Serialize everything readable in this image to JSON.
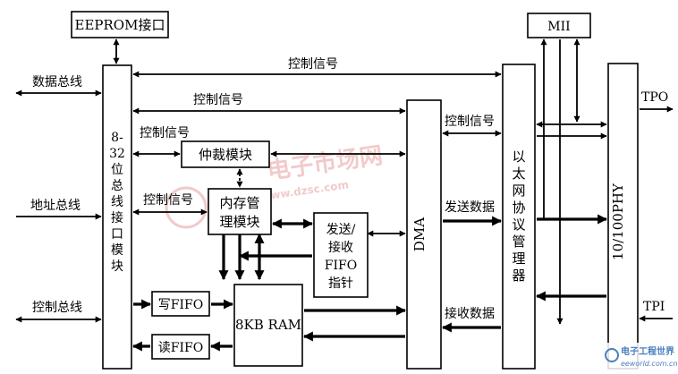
{
  "blocks": {
    "eeprom": "EEPROM接口",
    "bus_interface": [
      "8-",
      "32",
      "位",
      "总",
      "线",
      "接",
      "口",
      "模",
      "块"
    ],
    "arbiter": "仲裁模块",
    "memory_mgmt": [
      "内存管",
      "理模块"
    ],
    "fifo_pointer": [
      "发送/",
      "接收",
      "FIFO",
      "指针"
    ],
    "ram": "8KB RAM",
    "write_fifo": "写FIFO",
    "read_fifo": "读FIFO",
    "dma": "DMA",
    "mac": [
      "以",
      "太",
      "网",
      "协",
      "议",
      "管",
      "理",
      "器"
    ],
    "mii": "MII",
    "phy": "10/100PHY"
  },
  "signals": {
    "data_bus": "数据总线",
    "address_bus": "地址总线",
    "control_bus": "控制总线",
    "ctrl_top": "控制信号",
    "ctrl_second": "控制信号",
    "ctrl_arbiter": "控制信号",
    "ctrl_memory": "控制信号",
    "ctrl_dma_mac": "控制信号",
    "send_data": "发送数据",
    "receive_data": "接收数据",
    "tpo": "TPO",
    "tpi": "TPI"
  },
  "watermarks": {
    "center_brand": "电子市场网",
    "center_url": "www.dzsc.com",
    "corner_brand": "电子工程世界",
    "corner_url": "eeworld.com.cn"
  },
  "colors": {
    "line": "#000000",
    "watermark_red": "#e8a0a0",
    "watermark_corner": "#4a7fc0"
  }
}
